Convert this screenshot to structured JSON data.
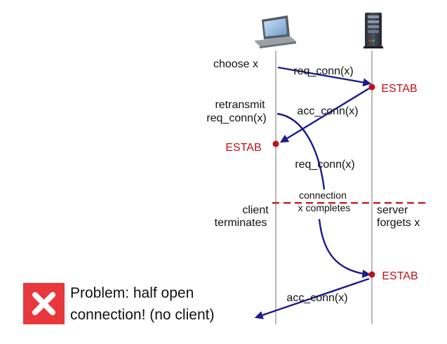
{
  "colors": {
    "arrow": "#1f1a8a",
    "estab": "#c0101a",
    "timeline": "#8a8a8a",
    "text": "#111111",
    "problem_badge": "#e8383d"
  },
  "icons": {
    "client": "laptop-icon",
    "server": "server-icon",
    "problem": "x-mark-icon"
  },
  "client_labels": {
    "choose_x": "choose x",
    "retransmit_line1": "retransmit",
    "retransmit_line2": "req_conn(x)",
    "estab": "ESTAB",
    "terminates_line1": "client",
    "terminates_line2": "terminates"
  },
  "server_labels": {
    "estab_first": "ESTAB",
    "forgets_line1": "server",
    "forgets_line2": "forgets x",
    "estab_second": "ESTAB"
  },
  "messages": {
    "req_conn_first": "req_conn(x)",
    "acc_conn_first": "acc_conn(x)",
    "req_conn_retransmit": "req_conn(x)",
    "acc_conn_second": "acc_conn(x)"
  },
  "connection_note": {
    "line1": "connection",
    "line2": "x completes"
  },
  "problem": {
    "line1": "Problem: half open",
    "line2": "connection! (no client)"
  }
}
